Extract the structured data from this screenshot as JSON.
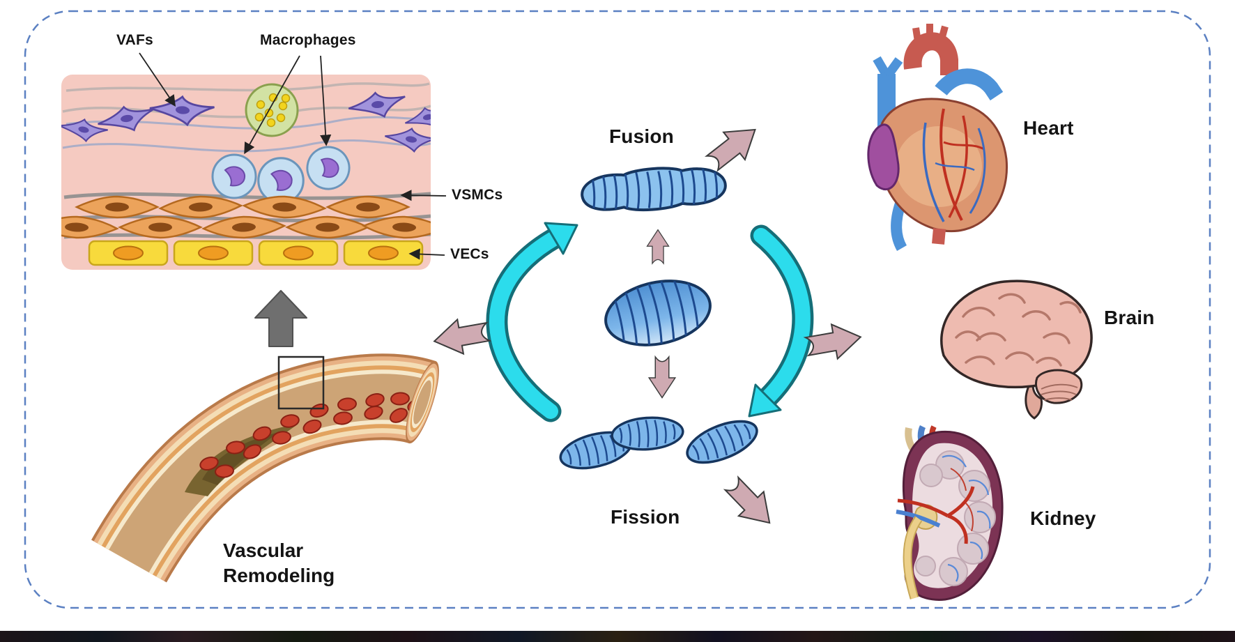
{
  "tissue_panel": {
    "vafs_label": "VAFs",
    "macrophages_label": "Macrophages",
    "vsmcs_label": "VSMCs",
    "vecs_label": "VECs"
  },
  "vessel": {
    "caption_line1": "Vascular",
    "caption_line2": "Remodeling"
  },
  "mitochondrial_dynamics": {
    "fusion_label": "Fusion",
    "fission_label": "Fission"
  },
  "organs": {
    "heart_label": "Heart",
    "brain_label": "Brain",
    "kidney_label": "Kidney"
  },
  "colors": {
    "border_blue": "#5b80c2",
    "cyan_arrow": "#2cdcec",
    "mauve_arrow": "#cfaab2",
    "mitochondria_blue": "#7db6ea",
    "tissue_pink": "#f5cac1",
    "gray_arrow": "#6f6f6f"
  }
}
